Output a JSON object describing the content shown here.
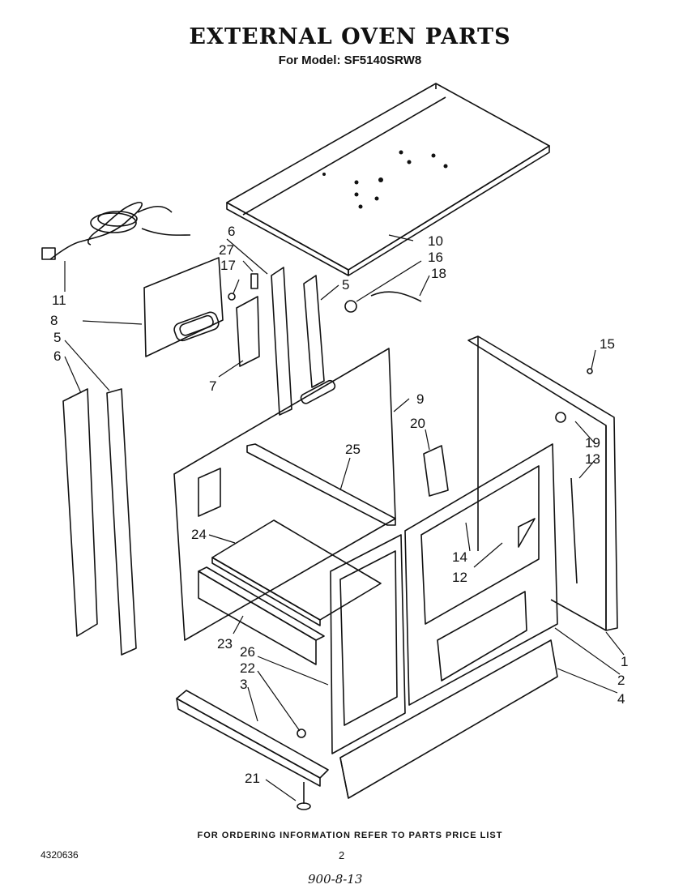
{
  "header": {
    "title": "EXTERNAL OVEN PARTS",
    "subtitle": "For Model: SF5140SRW8"
  },
  "footer": {
    "ordering_note": "FOR ORDERING INFORMATION REFER TO PARTS PRICE LIST",
    "document_number": "4320636",
    "page_number": "2",
    "handwritten_note": "900-8-13"
  },
  "callouts": [
    "1",
    "2",
    "3",
    "4",
    "5",
    "5",
    "6",
    "6",
    "7",
    "8",
    "9",
    "10",
    "11",
    "12",
    "13",
    "14",
    "15",
    "16",
    "17",
    "18",
    "19",
    "20",
    "21",
    "22",
    "23",
    "24",
    "25",
    "26",
    "27"
  ]
}
